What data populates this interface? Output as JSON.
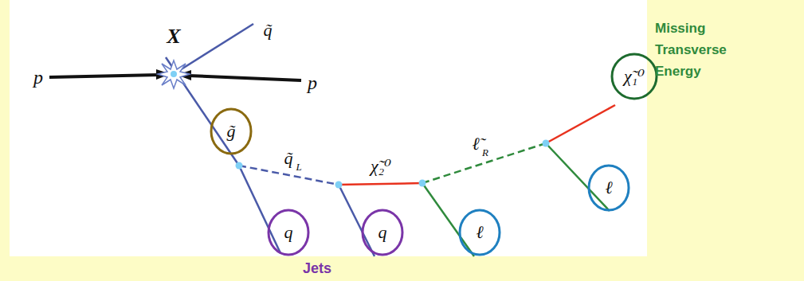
{
  "diagram": {
    "nodes": [
      {
        "text": [
          "g̃"
        ]
      },
      {
        "text": [
          "q"
        ]
      },
      {
        "text": [
          "q"
        ]
      },
      {
        "text": [
          "ℓ"
        ]
      },
      {
        "text": [
          "χ̃₁⁰"
        ]
      },
      {
        "text": [
          "ℓ"
        ]
      }
    ],
    "labels": [
      "X",
      "q̃",
      "p",
      "p",
      "q̃",
      "L",
      "χ̃₂⁰",
      "ℓ̃",
      "R",
      "Missing Transverse Energy",
      "Jets"
    ]
  }
}
